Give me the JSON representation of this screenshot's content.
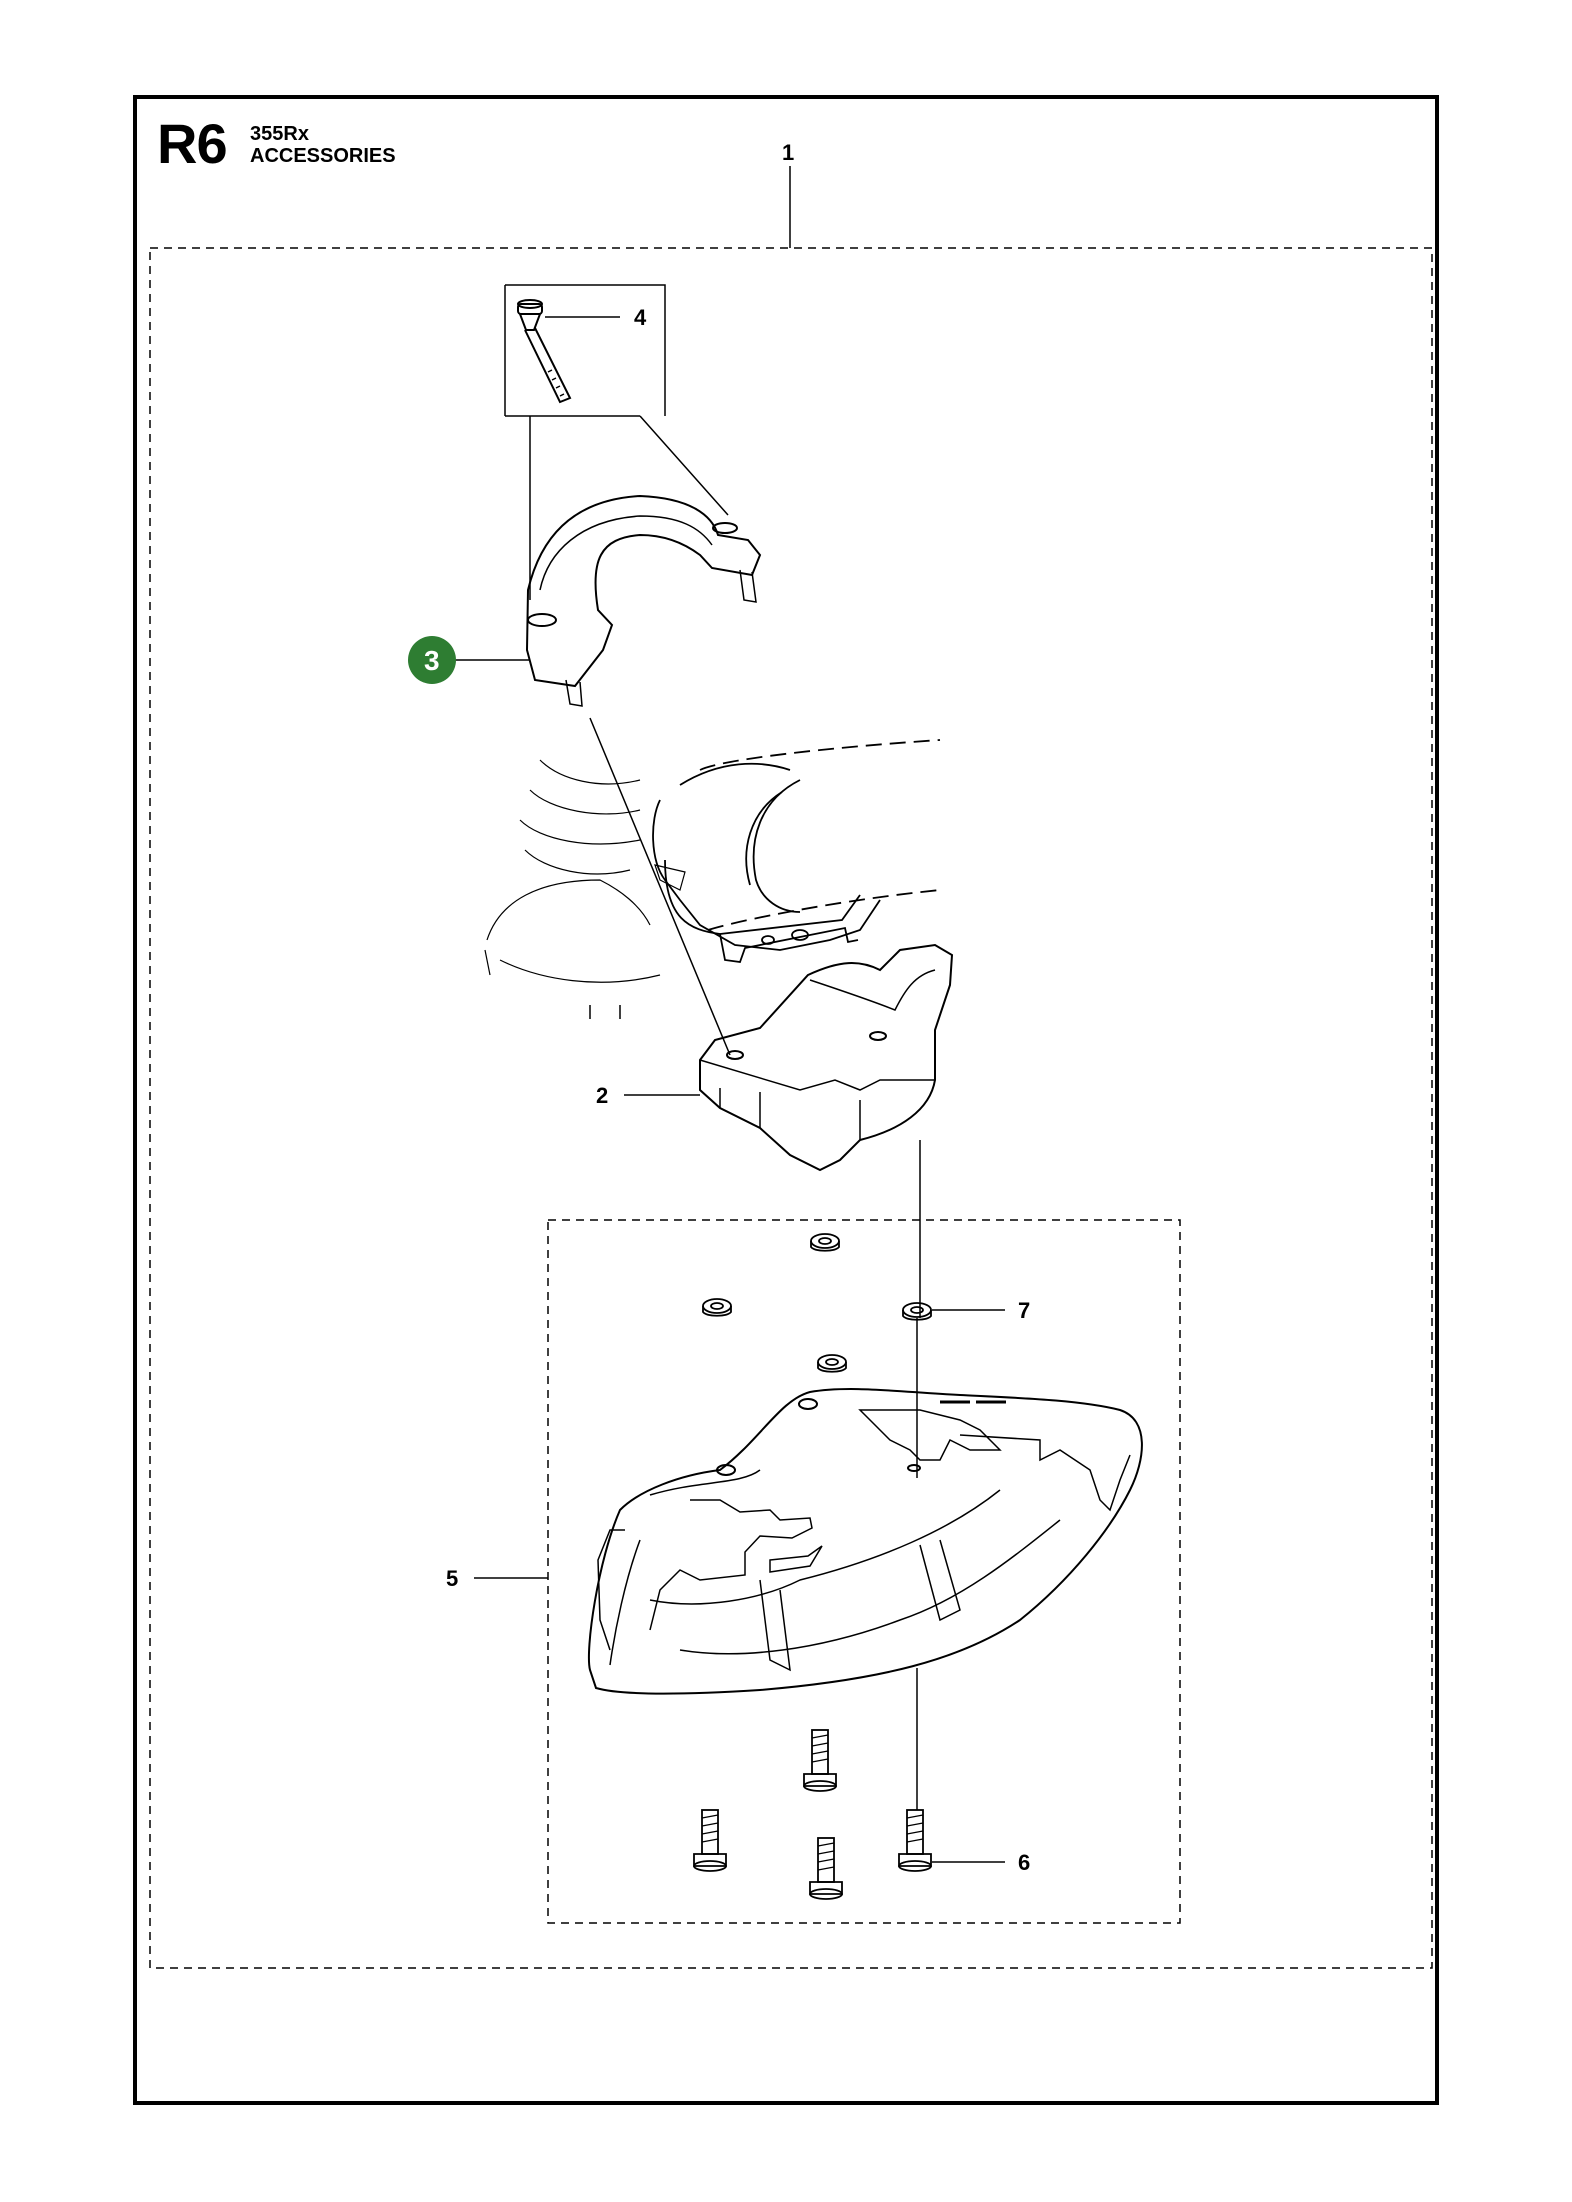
{
  "header": {
    "section_code": "R6",
    "model": "355Rx",
    "title": "ACCESSORIES"
  },
  "callouts": {
    "c1": "1",
    "c2": "2",
    "c3": "3",
    "c4": "4",
    "c5": "5",
    "c6": "6",
    "c7": "7"
  },
  "colors": {
    "highlight": "#2e7d32",
    "line": "#000000"
  }
}
